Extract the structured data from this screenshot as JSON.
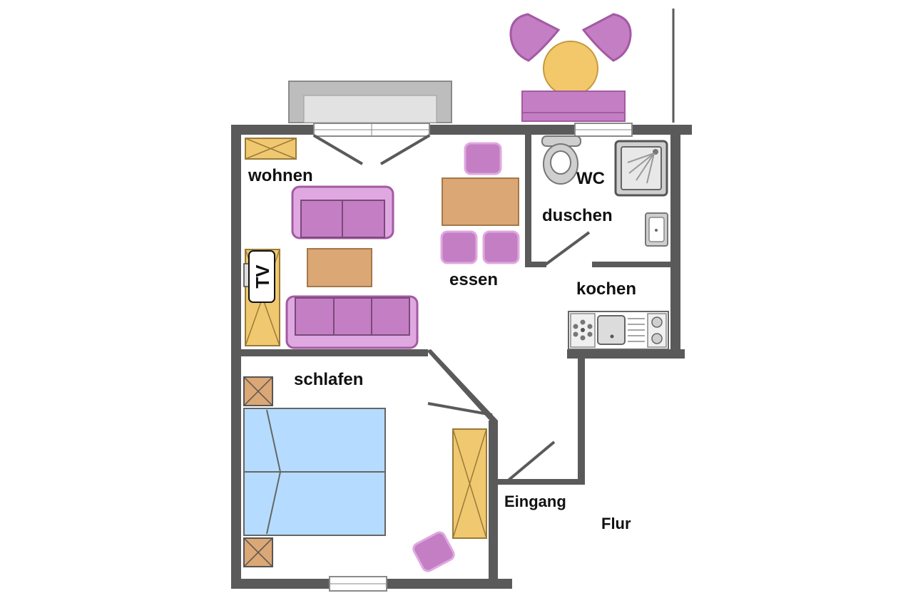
{
  "rooms": {
    "wohnen": "wohnen",
    "essen": "essen",
    "wc": "WC",
    "duschen": "duschen",
    "kochen": "kochen",
    "schlafen": "schlafen",
    "eingang": "Eingang",
    "flur": "Flur"
  },
  "tv_label": "TV",
  "colors": {
    "wall": "#5a5a5a",
    "furniture_purple": "#c47fc4",
    "furniture_purple_border": "#a35aa3",
    "wood": "#dba775",
    "cabinet_yellow": "#f0c870",
    "table_yellow": "#f2c86b",
    "bed_blue": "#b5dcff",
    "appliance_grey": "#cfcfcf",
    "window_grey": "#bdbdbd"
  }
}
